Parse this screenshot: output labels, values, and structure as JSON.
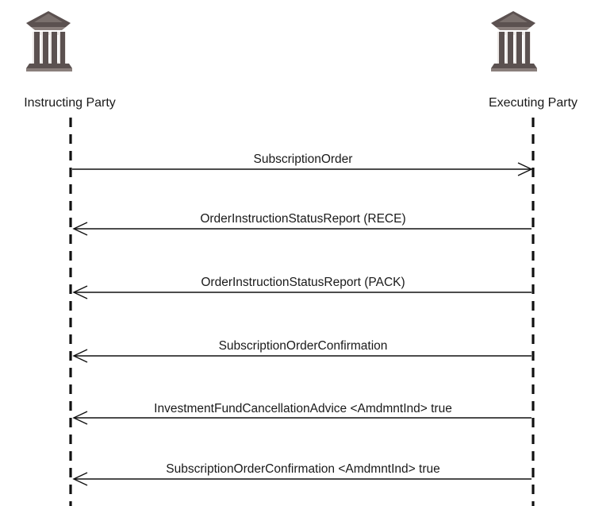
{
  "parties": {
    "left": {
      "label": "Instructing Party",
      "icon": "bank-building-icon"
    },
    "right": {
      "label": "Executing Party",
      "icon": "bank-building-icon"
    }
  },
  "messages": [
    {
      "label": "SubscriptionOrder",
      "direction": "right"
    },
    {
      "label": "OrderInstructionStatusReport  (RECE)",
      "direction": "left"
    },
    {
      "label": "OrderInstructionStatusReport  (PACK)",
      "direction": "left"
    },
    {
      "label": "SubscriptionOrderConfirmation",
      "direction": "left"
    },
    {
      "label": "InvestmentFundCancellationAdvice <AmdmntInd>  true",
      "direction": "left"
    },
    {
      "label": "SubscriptionOrderConfirmation <AmdmntInd>  true",
      "direction": "left"
    }
  ],
  "colors": {
    "icon_dark": "#5b5150",
    "icon_mid": "#8a7f7c",
    "icon_light": "#ece8e6",
    "line": "#111111"
  }
}
